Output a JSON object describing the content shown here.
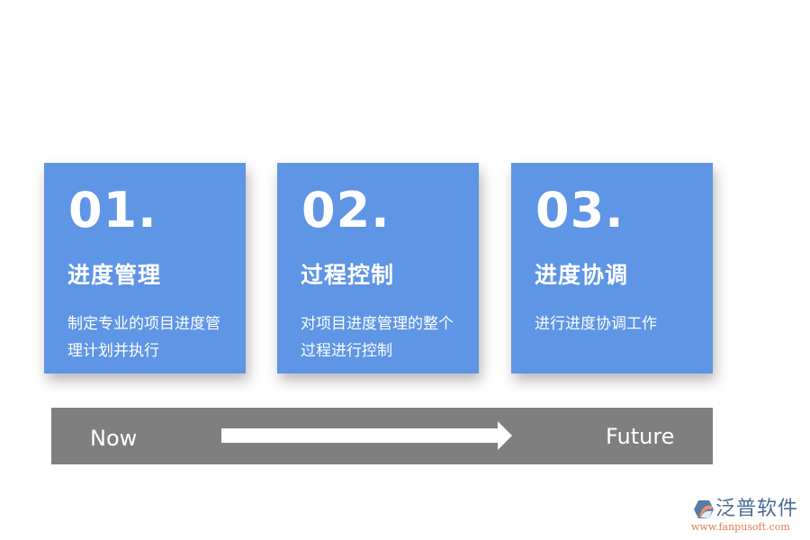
{
  "cards": [
    {
      "number": "01.",
      "title": "进度管理",
      "description": "制定专业的项目进度管理计划并执行"
    },
    {
      "number": "02.",
      "title": "过程控制",
      "description": "对项目进度管理的整个过程进行控制"
    },
    {
      "number": "03.",
      "title": "进度协调",
      "description": "进行进度协调工作"
    }
  ],
  "timeline": {
    "start_label": "Now",
    "end_label": "Future",
    "arrow_icon": "right-arrow-icon"
  },
  "logo": {
    "brand": "泛普软件",
    "url": "www.fanpusoft.com",
    "icon": "fanpu-logo-icon"
  },
  "colors": {
    "card_bg": "#5e95e5",
    "timeline_bg": "#7f7f7f",
    "text": "#ffffff",
    "logo_blue": "#4a6a92",
    "logo_orange": "#e07b54"
  }
}
